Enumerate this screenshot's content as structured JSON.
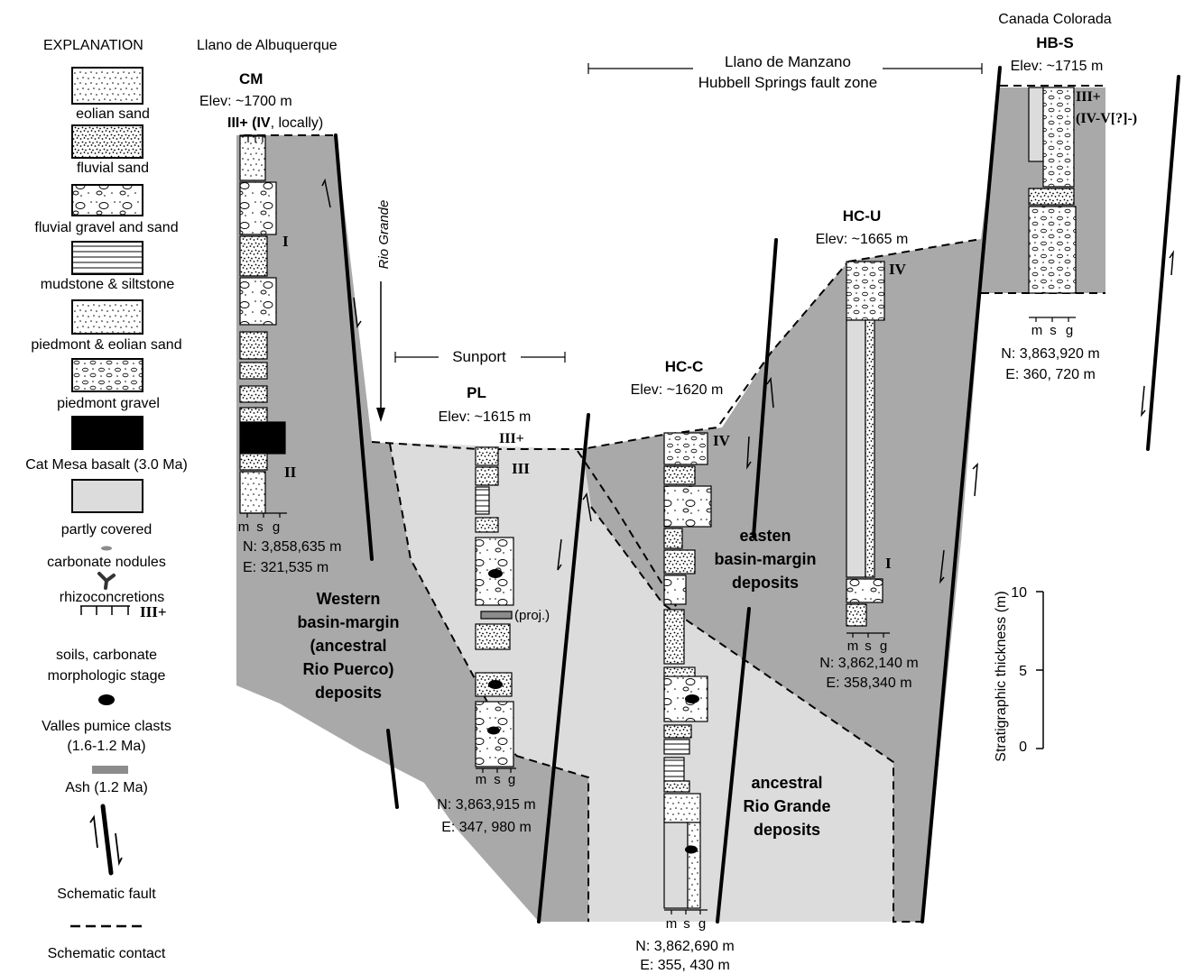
{
  "legend": {
    "title": "EXPLANATION",
    "items": {
      "eolian_sand": "eolian sand",
      "fluvial_sand": "fluvial sand",
      "fluvial_gravel": "fluvial gravel and sand",
      "mudstone": "mudstone & siltstone",
      "piedmont_eolian": "piedmont & eolian sand",
      "piedmont_gravel": "piedmont gravel",
      "basalt": "Cat Mesa basalt (3.0 Ma)",
      "covered": "partly covered",
      "carbonate": "carbonate nodules",
      "rhizo": "rhizoconcretions",
      "soil_stage": "III+",
      "soils_line1": "soils, carbonate",
      "soils_line2": "morphologic stage",
      "pumice_line1": "Valles pumice clasts",
      "pumice_line2": "(1.6-1.2 Ma)",
      "ash": "Ash (1.2 Ma)",
      "fault": "Schematic fault",
      "contact": "Schematic contact"
    }
  },
  "regions": {
    "llano_albuquerque": "Llano de Albuquerque",
    "llano_manzano": "Llano de Manzano",
    "hubbell": "Hubbell Springs fault zone",
    "sunport": "Sunport",
    "rio_grande": "Rio Grande",
    "canada": "Canada Colorada"
  },
  "sections": {
    "cm": {
      "name": "CM",
      "elev": "Elev: ~1700 m",
      "stage_a": "III+ (",
      "stage_b": "IV",
      "stage_c": ", locally)",
      "unit1": "I",
      "unit2": "II",
      "north": "N: 3,858,635 m",
      "east": "E: 321,535 m"
    },
    "pl": {
      "name": "PL",
      "elev": "Elev: ~1615 m",
      "stage": "III+",
      "unit": "III",
      "proj": "(proj.)",
      "north": "N: 3,863,915 m",
      "east": "E: 347, 980 m"
    },
    "hcc": {
      "name": "HC-C",
      "elev": "Elev: ~1620 m",
      "stage": "IV",
      "north": "N: 3,862,690 m",
      "east": "E: 355, 430 m"
    },
    "hcu": {
      "name": "HC-U",
      "elev": "Elev: ~1665 m",
      "stage": "IV",
      "unit": "I",
      "north": "N: 3,862,140 m",
      "east": "E: 358,340 m"
    },
    "hbs": {
      "name": "HB-S",
      "elev": "Elev: ~1715 m",
      "stage1": "III+",
      "stage2": "(IV-V[?]-)",
      "north": "N: 3,863,920 m",
      "east": "E: 360, 720 m"
    }
  },
  "grain": {
    "m": "m",
    "s": "s",
    "g": "g"
  },
  "deposits": {
    "western": [
      "Western",
      "basin-margin",
      "(ancestral",
      "Rio Puerco)",
      "deposits"
    ],
    "eastern": [
      "easten",
      "basin-margin",
      "deposits"
    ],
    "rio": [
      "ancestral",
      "Rio Grande",
      "deposits"
    ]
  },
  "scale": {
    "label": "Stratigraphic thickness (m)",
    "ticks": [
      "10",
      "5",
      "0"
    ]
  },
  "colors": {
    "dark_fill": "#a9a9a9",
    "light_fill": "#dcdcdc",
    "basalt": "#000000",
    "ash": "#8c8c8c"
  }
}
